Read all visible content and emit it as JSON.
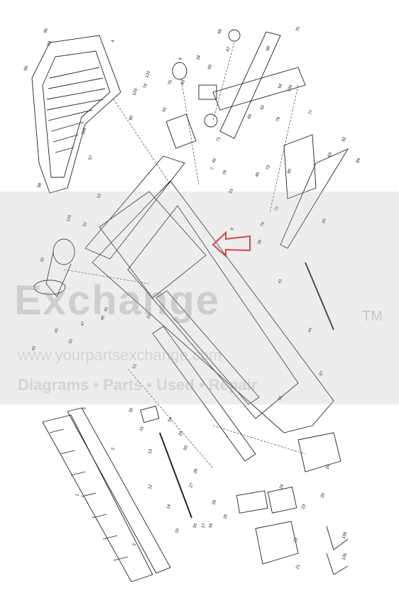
{
  "diagram": {
    "part_numbers": [
      "1",
      "2",
      "3",
      "4",
      "5",
      "6",
      "7",
      "8",
      "12",
      "13",
      "14",
      "15",
      "16",
      "17",
      "18",
      "19",
      "20",
      "21",
      "22",
      "23",
      "24",
      "25",
      "26",
      "27",
      "28",
      "29",
      "30",
      "31",
      "32",
      "33",
      "34",
      "38",
      "40",
      "41",
      "42",
      "44",
      "45",
      "46",
      "47",
      "48",
      "49",
      "50",
      "51",
      "52",
      "53",
      "54",
      "55",
      "56",
      "57",
      "58",
      "59",
      "60",
      "61",
      "62",
      "63",
      "64",
      "65",
      "66",
      "67",
      "68",
      "69",
      "70",
      "71",
      "72",
      "73",
      "74",
      "75",
      "76",
      "77",
      "78",
      "79",
      "80",
      "81",
      "82",
      "83",
      "84",
      "85",
      "86",
      "87",
      "95",
      "122",
      "126",
      "129",
      "131",
      "134",
      "135",
      "136"
    ],
    "highlight_color": "#e8141b"
  },
  "watermark": {
    "brand": "Exchange",
    "trademark": "TM",
    "url": "www.yourpartsexchange.com",
    "tagline": "Diagrams • Parts • Used • Repair"
  }
}
